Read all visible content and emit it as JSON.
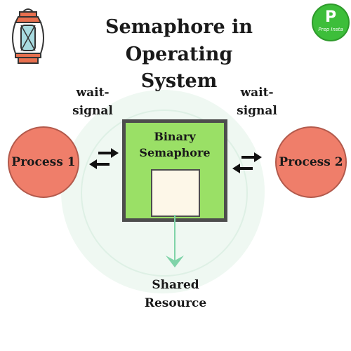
{
  "title": {
    "line1": "Semaphore in",
    "line2": "Operating System"
  },
  "logo": {
    "letter": "P",
    "subtitle": "Prep Insta"
  },
  "diagram": {
    "left_signal": {
      "line1": "wait-",
      "line2": "signal"
    },
    "right_signal": {
      "line1": "wait-",
      "line2": "signal"
    },
    "process_left": "Process 1",
    "process_right": "Process 2",
    "semaphore": {
      "line1": "Binary",
      "line2": "Semaphore"
    },
    "shared_resource": {
      "line1": "Shared",
      "line2": "Resource"
    }
  },
  "colors": {
    "process_fill": "#ef7e6a",
    "semaphore_fill": "#9ae066",
    "resource_fill": "#fdf7e8",
    "arrow_down": "#7fd3a8",
    "logo_green": "#3dbe3a"
  },
  "icons": {
    "lantern": "lantern-icon",
    "exchange": "bidirectional-arrows-icon",
    "down_arrow": "arrow-down-icon"
  }
}
